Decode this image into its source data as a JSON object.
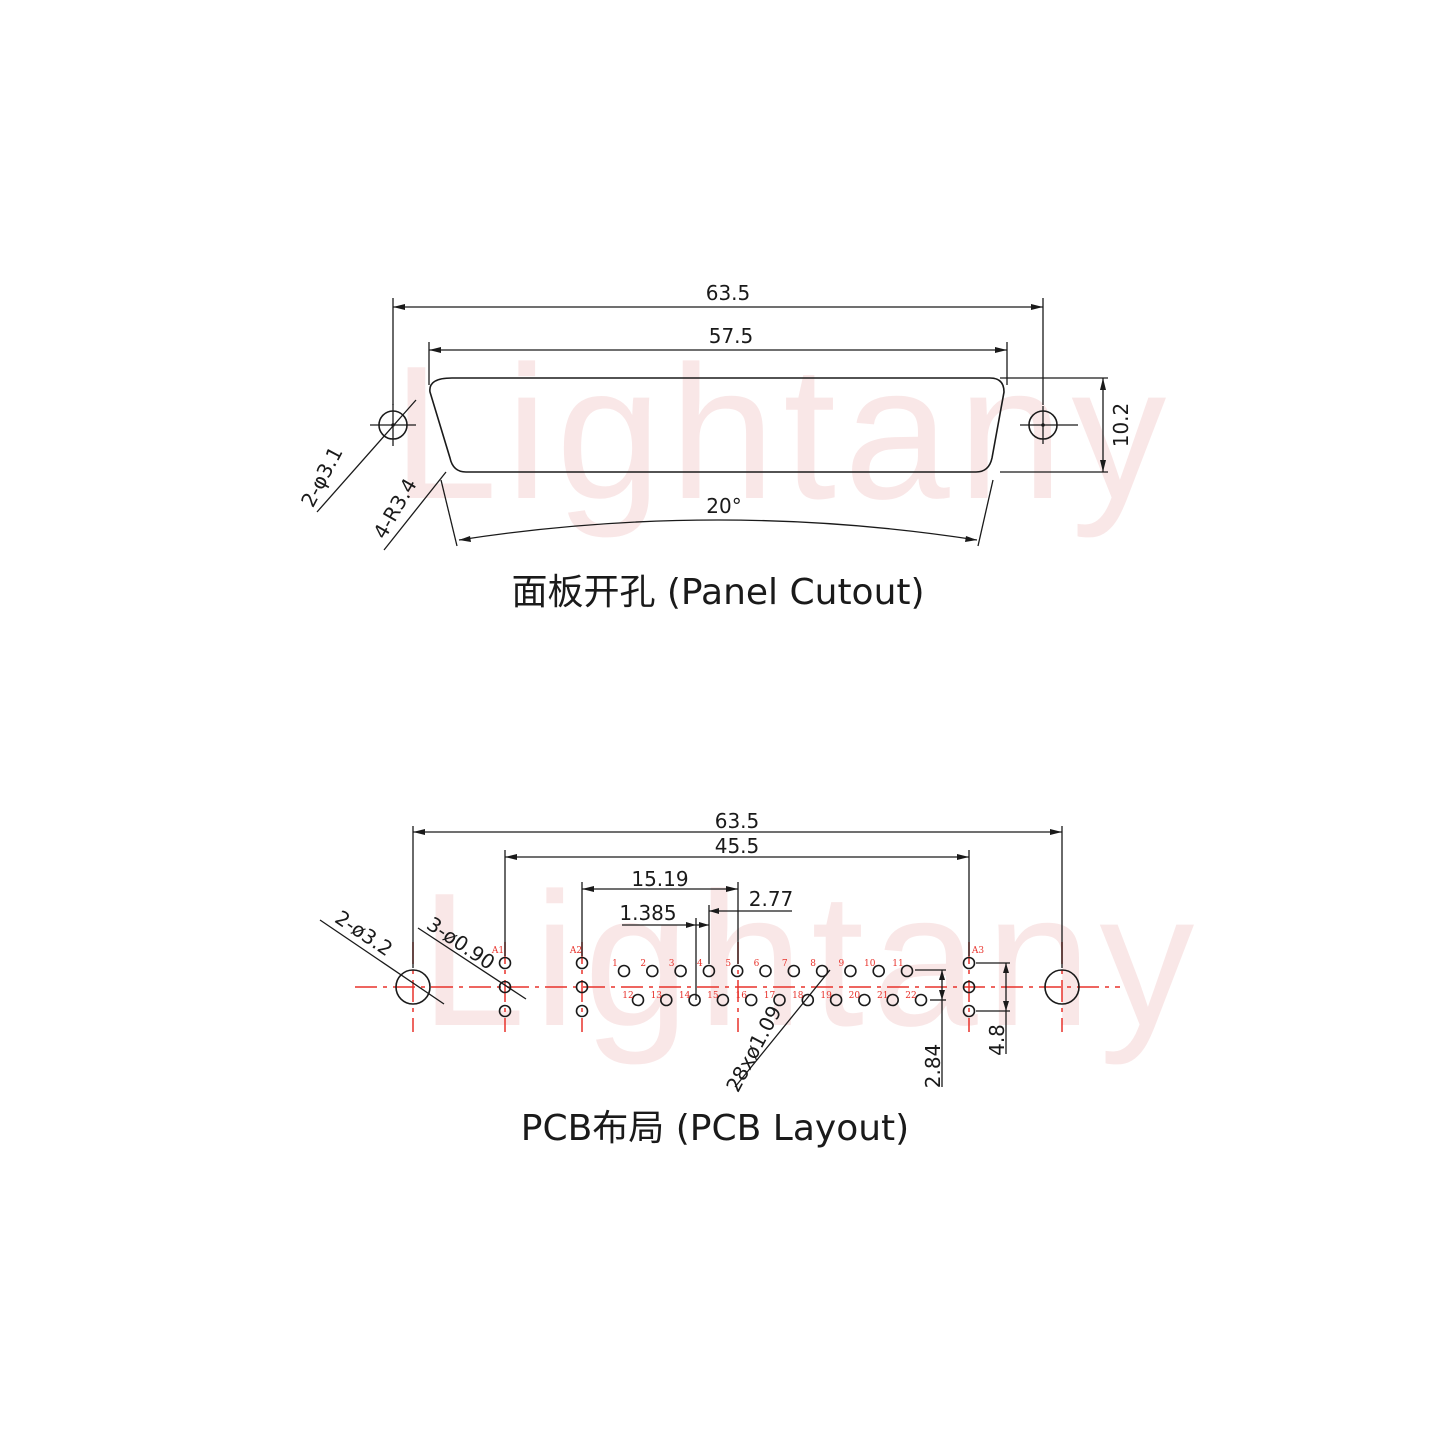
{
  "watermark": "Lightany",
  "panel": {
    "caption": "面板开孔 (Panel Cutout)",
    "dim_overall": "63.5",
    "dim_opening": "57.5",
    "dim_height": "10.2",
    "dim_angle": "20°",
    "dim_holes": "2-φ3.1",
    "dim_radius": "4-R3.4"
  },
  "pcb": {
    "caption": "PCB布局 (PCB Layout)",
    "dim_overall": "63.5",
    "dim_a_pitch": "45.5",
    "dim_15_19": "15.19",
    "dim_2_77": "2.77",
    "dim_1_385": "1.385",
    "dim_mount": "2-ø3.2",
    "dim_a_holes": "3-ø0.90",
    "dim_pins": "28xø1.09",
    "dim_row": "2.84",
    "dim_a_span": "4.8",
    "labels_a": [
      "A1",
      "A2",
      "A3"
    ],
    "top_row": [
      "1",
      "2",
      "3",
      "4",
      "5",
      "6",
      "7",
      "8",
      "9",
      "10",
      "11"
    ],
    "bottom_row": [
      "12",
      "13",
      "14",
      "15",
      "16",
      "17",
      "18",
      "19",
      "20",
      "21",
      "22"
    ]
  }
}
